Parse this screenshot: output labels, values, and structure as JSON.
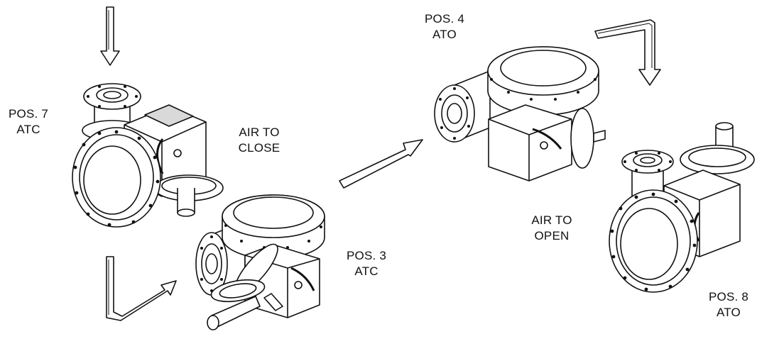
{
  "labels": {
    "pos7": {
      "line1": "POS. 7",
      "line2": "ATC"
    },
    "pos3": {
      "line1": "POS. 3",
      "line2": "ATC"
    },
    "pos4": {
      "line1": "POS. 4",
      "line2": "ATO"
    },
    "pos8": {
      "line1": "POS. 8",
      "line2": "ATO"
    },
    "air_to_close": {
      "line1": "AIR TO",
      "line2": "CLOSE"
    },
    "air_to_open": {
      "line1": "AIR TO",
      "line2": "OPEN"
    }
  },
  "colors": {
    "line": "#111111",
    "fill": "#ffffff",
    "shade": "#d9d9d9"
  }
}
